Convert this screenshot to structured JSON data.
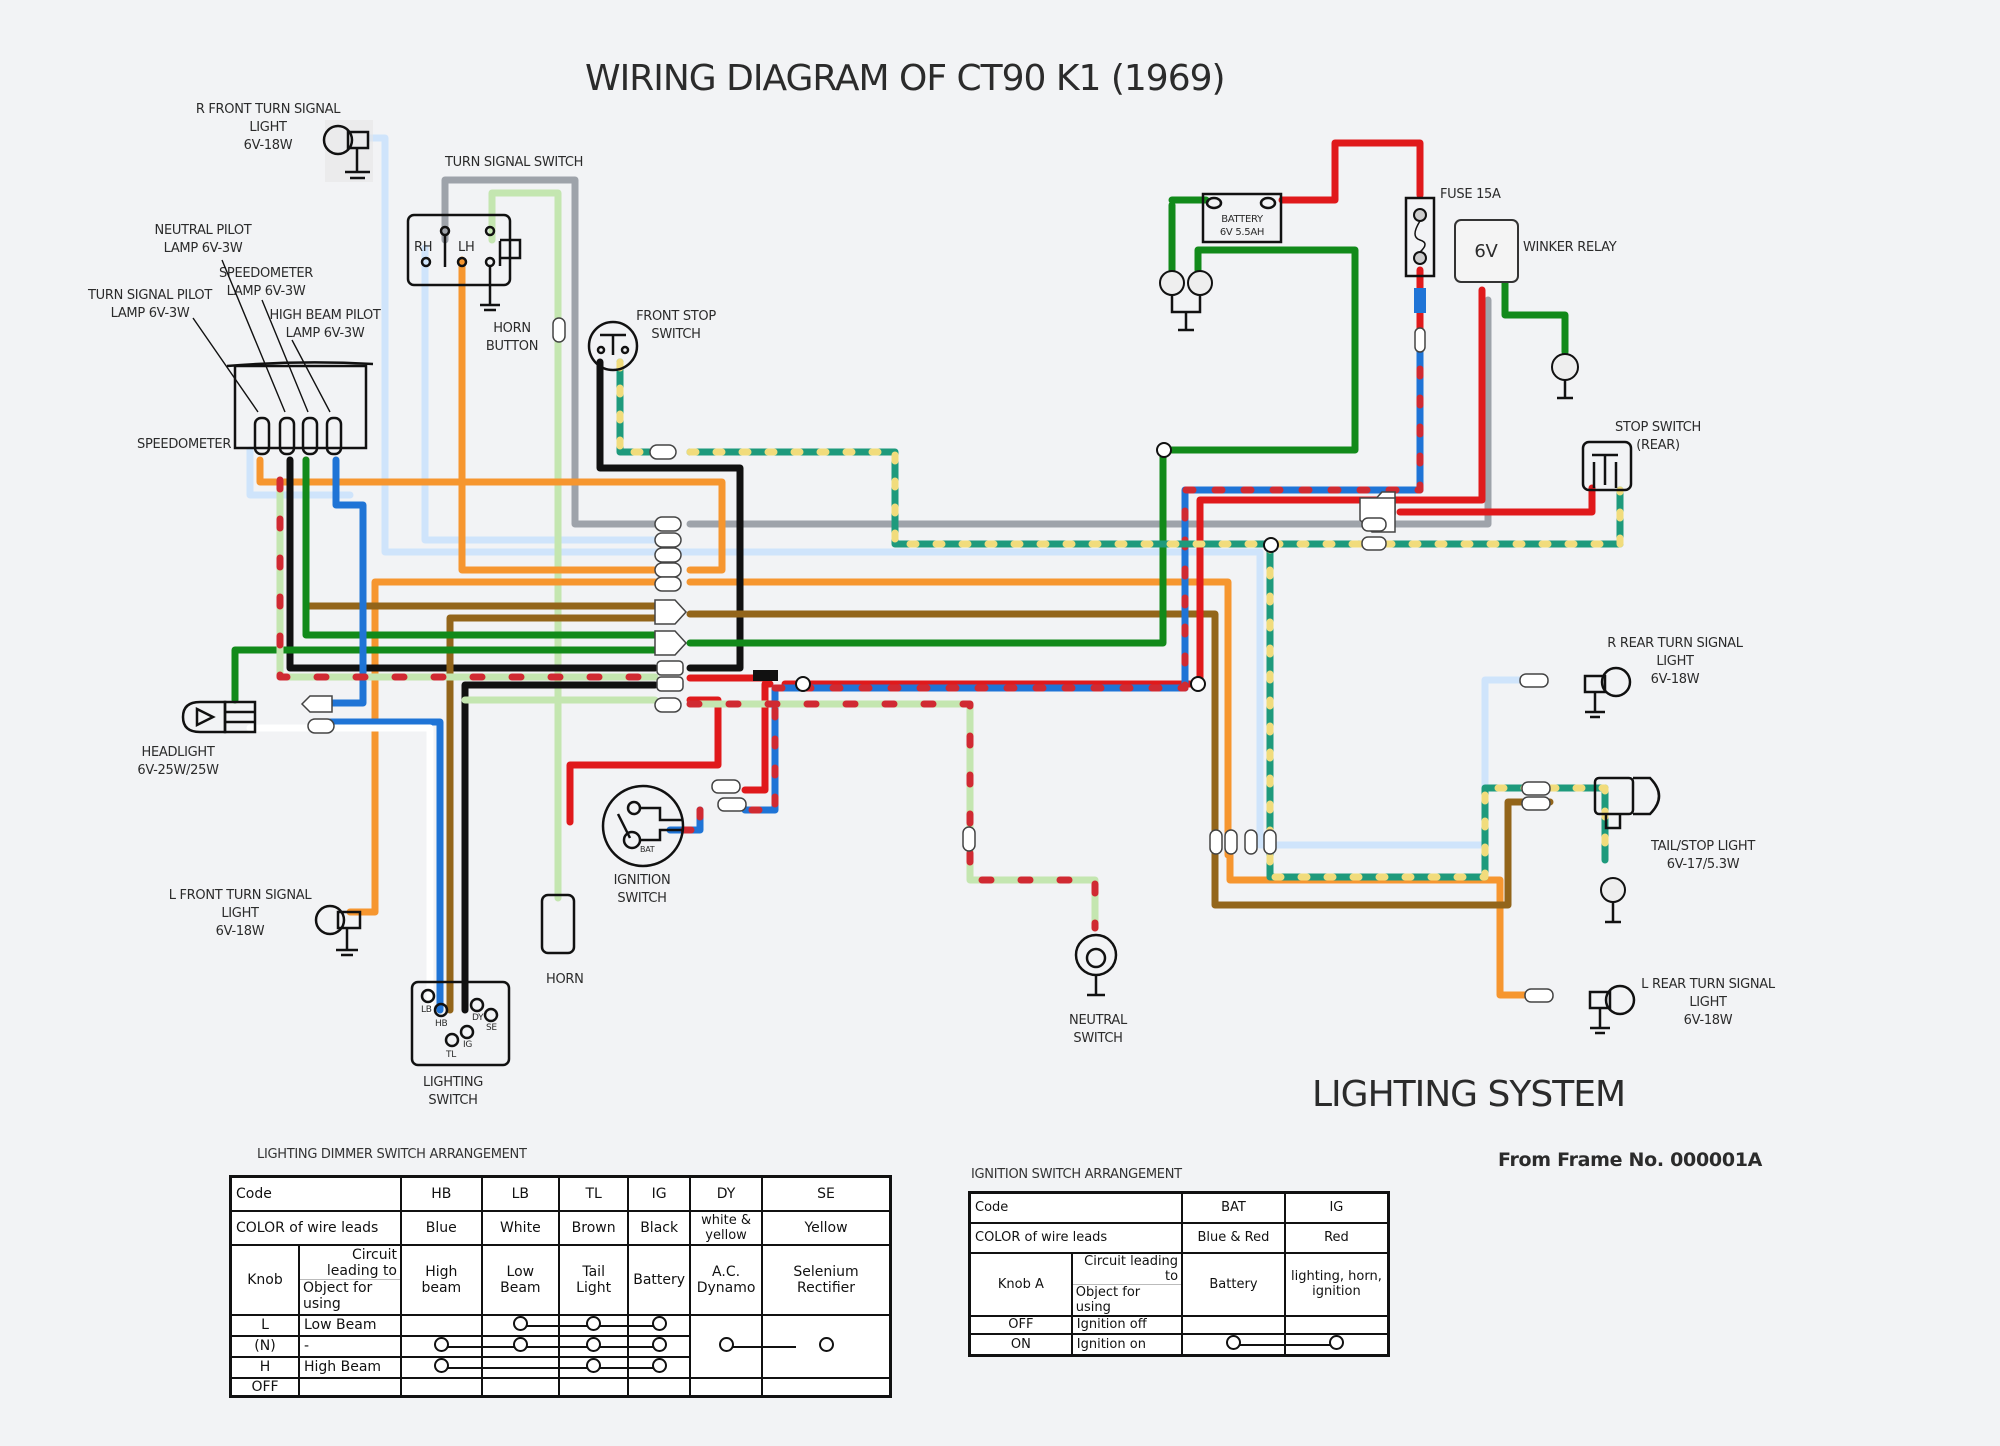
{
  "title": "WIRING DIAGRAM OF CT90 K1 (1969)",
  "subtitle": "LIGHTING SYSTEM",
  "frame_note": "From Frame No. 000001A",
  "components": {
    "r_front_turn": [
      "R FRONT TURN SIGNAL",
      "LIGHT",
      "6V-18W"
    ],
    "turn_signal_switch": "TURN SIGNAL SWITCH",
    "tss_rh": "RH",
    "tss_lh": "LH",
    "horn_button": [
      "HORN",
      "BUTTON"
    ],
    "neutral_pilot": [
      "NEUTRAL PILOT",
      "LAMP 6V-3W"
    ],
    "speedometer_lamp": [
      "SPEEDOMETER",
      "LAMP 6V-3W"
    ],
    "turn_pilot": [
      "TURN SIGNAL PILOT",
      "LAMP 6V-3W"
    ],
    "high_beam_pilot": [
      "HIGH BEAM PILOT",
      "LAMP 6V-3W"
    ],
    "speedometer": "SPEEDOMETER",
    "front_stop": [
      "FRONT STOP",
      "SWITCH"
    ],
    "battery": [
      "BATTERY",
      "6V 5.5AH"
    ],
    "fuse": "FUSE 15A",
    "winker_relay": "WINKER RELAY",
    "winker_relay_voltage": "6V",
    "stop_switch_rear": [
      "STOP SWITCH",
      "(REAR)"
    ],
    "headlight": [
      "HEADLIGHT",
      "6V-25W/25W"
    ],
    "r_rear_turn": [
      "R REAR TURN SIGNAL",
      "LIGHT",
      "6V-18W"
    ],
    "tail_stop": [
      "TAIL/STOP LIGHT",
      "6V-17/5.3W"
    ],
    "l_front_turn": [
      "L FRONT TURN SIGNAL",
      "LIGHT",
      "6V-18W"
    ],
    "horn": "HORN",
    "ignition_switch": [
      "IGNITION",
      "SWITCH"
    ],
    "ignition_bat": "BAT",
    "neutral_switch": [
      "NEUTRAL",
      "SWITCH"
    ],
    "l_rear_turn": [
      "L REAR TURN SIGNAL",
      "LIGHT",
      "6V-18W"
    ],
    "lighting_switch": [
      "LIGHTING",
      "SWITCH"
    ],
    "ls_terminals": {
      "lb": "LB",
      "hb": "HB",
      "dy": "DY",
      "se": "SE",
      "ig": "IG",
      "tl": "TL"
    }
  },
  "wire_colors": {
    "red": "#e0191b",
    "green": "#128a1a",
    "blue": "#1f74d6",
    "light_blue": "#cfe4fb",
    "orange": "#f6962f",
    "brown": "#93651a",
    "black": "#111111",
    "gray": "#9ea3aa",
    "light_green": "#c4e6b0",
    "teal": "#1e9a7c",
    "yellow_stripe": "#f1dc7c",
    "red_stripe": "#d02a32",
    "white": "#ffffff"
  },
  "dimmer_table": {
    "caption": "LIGHTING DIMMER SWITCH ARRANGEMENT",
    "code_label": "Code",
    "color_label": "COLOR of wire leads",
    "knob_label": "Knob",
    "circuit_label": "Circuit leading to",
    "object_label": "Object for using",
    "columns": [
      {
        "code": "HB",
        "color": "Blue",
        "circuit": "High beam"
      },
      {
        "code": "LB",
        "color": "White",
        "circuit": "Low Beam"
      },
      {
        "code": "TL",
        "color": "Brown",
        "circuit": "Tail Light"
      },
      {
        "code": "IG",
        "color": "Black",
        "circuit": "Battery"
      },
      {
        "code": "DY",
        "color": "white & yellow",
        "circuit": "A.C. Dynamo"
      },
      {
        "code": "SE",
        "color": "Yellow",
        "circuit": "Selenium Rectifier"
      }
    ],
    "rows": [
      {
        "knob": "L",
        "object": "Low Beam",
        "connected": [
          "LB",
          "TL",
          "IG"
        ]
      },
      {
        "knob": "(N)",
        "object": "-",
        "connected": [
          "HB",
          "LB",
          "TL",
          "IG"
        ]
      },
      {
        "knob": "H",
        "object": "High Beam",
        "connected": [
          "HB",
          "TL",
          "IG"
        ]
      },
      {
        "knob": "OFF",
        "object": "",
        "connected": []
      }
    ],
    "always_connected": [
      "DY",
      "SE"
    ]
  },
  "ignition_table": {
    "caption": "IGNITION SWITCH ARRANGEMENT",
    "code_label": "Code",
    "color_label": "COLOR of wire leads",
    "knob_label": "Knob A",
    "circuit_label": "Circuit leading to",
    "object_label": "Object for using",
    "columns": [
      {
        "code": "BAT",
        "color": "Blue & Red",
        "circuit": "Battery"
      },
      {
        "code": "IG",
        "color": "Red",
        "circuit": "lighting, horn, ignition"
      }
    ],
    "rows": [
      {
        "knob": "OFF",
        "object": "Ignition off",
        "connected": []
      },
      {
        "knob": "ON",
        "object": "Ignition on",
        "connected": [
          "BAT",
          "IG"
        ]
      }
    ]
  }
}
